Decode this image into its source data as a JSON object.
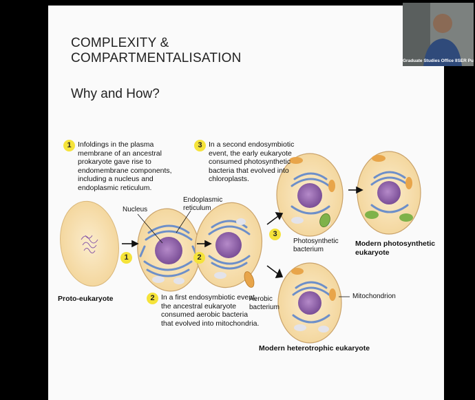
{
  "slide": {
    "title_line1": "COMPLEXITY &",
    "title_line2": "COMPARTMENTALISATION",
    "subtitle": "Why and How?"
  },
  "diagram": {
    "step1": {
      "badge": "1",
      "text_lines": [
        "Infoldings in the plasma",
        "membrane of an ancestral",
        "prokaryote gave rise to",
        "endomembrane components,",
        "including a nucleus and",
        "endoplasmic reticulum."
      ]
    },
    "step2": {
      "badge": "2",
      "text_lines": [
        "In a first endosymbiotic event,",
        "the ancestral eukaryote",
        "consumed aerobic bacteria",
        "that evolved into mitochondria."
      ]
    },
    "step3": {
      "badge": "3",
      "text_lines": [
        "In a second endosymbiotic",
        "event, the early eukaryote",
        "consumed photosynthetic",
        "bacteria that evolved into",
        "chloroplasts."
      ]
    },
    "labels": {
      "nucleus": "Nucleus",
      "er_line1": "Endoplasmic",
      "er_line2": "reticulum",
      "proto": "Proto-eukaryote",
      "photo_bact_line1": "Photosynthetic",
      "photo_bact_line2": "bacterium",
      "aerobic_line1": "Aerobic",
      "aerobic_line2": "bacterium",
      "mitochondrion": "Mitochondrion",
      "modern_photo_line1": "Modern photosynthetic",
      "modern_photo_line2": "eukaryote",
      "modern_hetero": "Modern heterotrophic eukaryote"
    },
    "arrow_badges": [
      "1",
      "2",
      "3"
    ]
  },
  "video": {
    "caption": "Graduate Studies Office IISER Pune"
  },
  "colors": {
    "badge": "#f5e33a",
    "cell_fill": "#f7e3b8",
    "cell_border": "#c9a26a",
    "nucleus": "#9a6fb0",
    "er": "#6d8fc9",
    "mitochondria": "#e8a54a",
    "chloroplast": "#7fb24a"
  }
}
